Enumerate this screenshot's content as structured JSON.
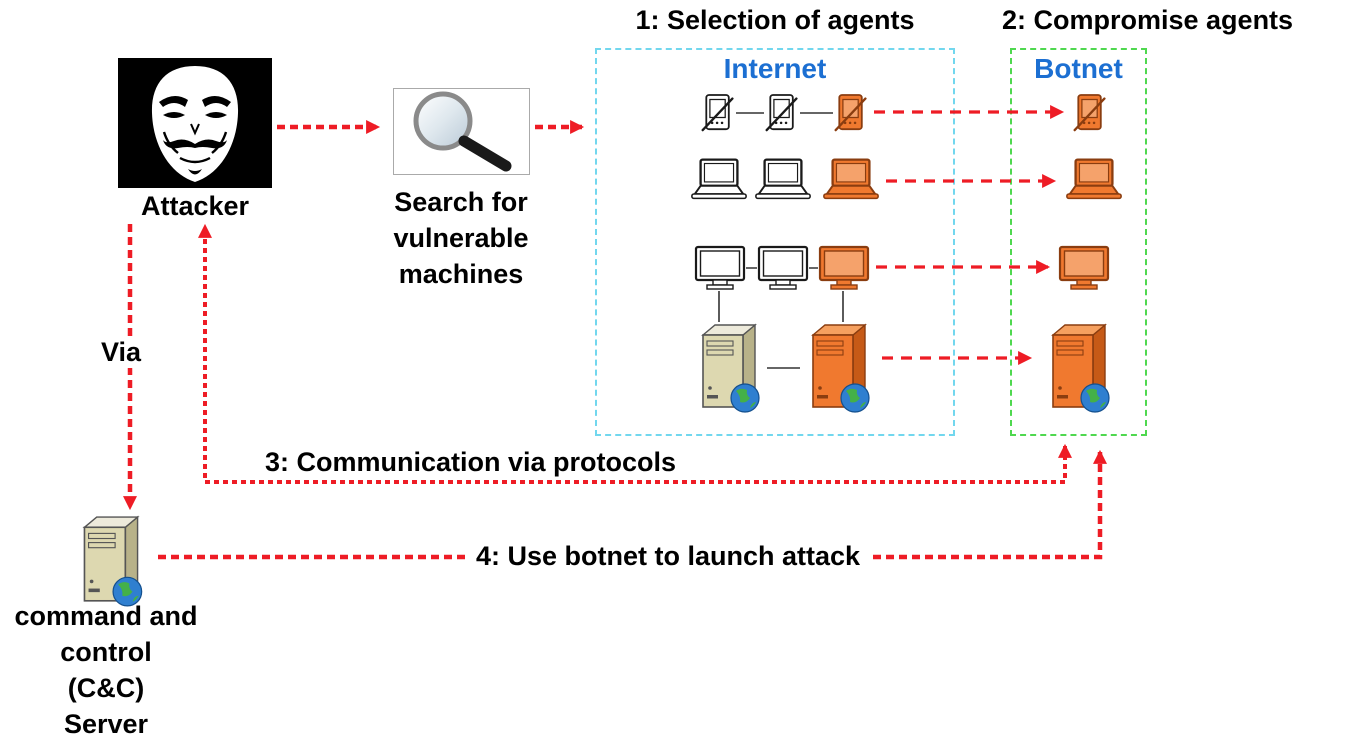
{
  "steps": {
    "step1": "1: Selection of agents",
    "step2": "2: Compromise agents",
    "step3": "3: Communication via protocols",
    "step4": "4: Use botnet to launch attack",
    "via": "Via"
  },
  "labels": {
    "attacker": "Attacker",
    "internet": "Internet",
    "botnet": "Botnet",
    "search_lines": [
      "Search for",
      "vulnerable",
      "machines"
    ],
    "cnc_lines": [
      "command and",
      "control",
      "(C&C)",
      "Server"
    ]
  },
  "icons": {
    "attacker": "guy-fawkes-mask-icon",
    "search": "magnifier-icon",
    "cnc_server": "server-tower-globe-icon"
  },
  "devices": {
    "internet": [
      {
        "row": "handhelds",
        "items": [
          "normal",
          "normal",
          "compromised"
        ]
      },
      {
        "row": "laptops",
        "items": [
          "normal",
          "normal",
          "compromised"
        ]
      },
      {
        "row": "monitors",
        "items": [
          "normal",
          "normal",
          "compromised"
        ]
      },
      {
        "row": "servers",
        "items": [
          "normal",
          "compromised"
        ]
      }
    ],
    "botnet": [
      "handheld",
      "laptop",
      "monitor",
      "server"
    ]
  },
  "colors": {
    "arrow_red": "#ee1c25",
    "internet_border": "#72d7ee",
    "botnet_border": "#4fd84f",
    "network_label_blue": "#1c6fd2",
    "compromised_orange": "#f0792f",
    "compromised_orange_screen": "#f5a26b",
    "compromised_orange_stroke": "#8a3d10",
    "compromised_orange_top": "#f6a05f",
    "compromised_orange_side": "#c65a17",
    "server_beige_front": "#ddd8b0",
    "server_beige_top": "#edeadb",
    "server_beige_side": "#b8b289",
    "device_stroke": "#1a1a1a"
  }
}
